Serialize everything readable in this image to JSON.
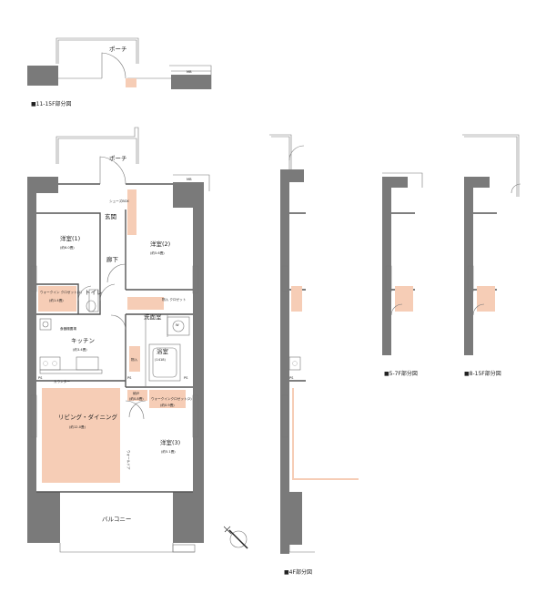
{
  "partial_top": {
    "porch": "ポーチ",
    "mb": "MB",
    "caption": "■11-15F部分図"
  },
  "main_plan": {
    "porch": "ポーチ",
    "mb": "MB",
    "entrance": "玄関",
    "corridor": "廊下",
    "shoes_closet": "シューズBOX",
    "room1": {
      "name": "洋室(1)",
      "size": "(約6.0畳)"
    },
    "room2": {
      "name": "洋室(2)",
      "size": "(約5.6畳)"
    },
    "room3": {
      "name": "洋室(3)",
      "size": "(約5.1畳)"
    },
    "walk_in_closet": {
      "name": "ウォークイン クロゼット(1)",
      "size": "(約1.4畳)"
    },
    "toilet": "トイレ",
    "closet": "物入 クロゼット",
    "washroom": "洗面室",
    "washer": "W",
    "pantry": "食器棚置場",
    "kitchen": {
      "name": "キッチン",
      "size": "(約3.4畳)"
    },
    "bath": {
      "name": "浴室",
      "size": "(1418)"
    },
    "storage": "物入",
    "storage2": {
      "name": "納戸",
      "size": "(約0.8畳)"
    },
    "walk_in_closet2": {
      "name": "ウォークインクロゼット(2)",
      "size": "(約0.9畳)"
    },
    "living": {
      "name": "リビング・ダイニング",
      "size": "(約12.0畳)"
    },
    "balcony": "バルコニー",
    "counter": "カウンター",
    "ps1": "PS",
    "ps2": "PS",
    "ps3": "PS",
    "sliding_door": "ウォールドア"
  },
  "captions": {
    "f4": "■4F部分図",
    "f56": "■5-7F部分図",
    "f815": "■8-15F部分図"
  },
  "colors": {
    "highlight": "#f6cdb6",
    "wall": "#7a7a7a"
  }
}
